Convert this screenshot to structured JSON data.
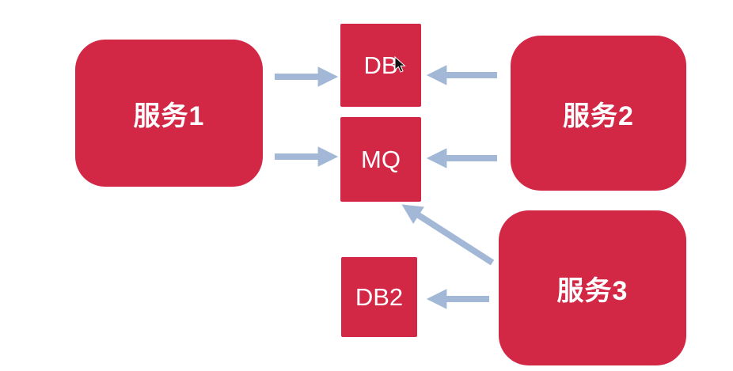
{
  "diagram": {
    "nodes": {
      "service1": {
        "label": "服务1"
      },
      "service2": {
        "label": "服务2"
      },
      "service3": {
        "label": "服务3"
      },
      "db": {
        "label": "DB"
      },
      "mq": {
        "label": "MQ"
      },
      "db2": {
        "label": "DB2"
      }
    },
    "edges": [
      {
        "from": "service1",
        "to": "db"
      },
      {
        "from": "service2",
        "to": "db"
      },
      {
        "from": "service1",
        "to": "mq"
      },
      {
        "from": "service2",
        "to": "mq"
      },
      {
        "from": "service3",
        "to": "mq"
      },
      {
        "from": "service3",
        "to": "db2"
      }
    ],
    "colors": {
      "node_fill": "#d22846",
      "node_text": "#ffffff",
      "arrow": "#a3b8d6",
      "background": "#ffffff"
    }
  }
}
